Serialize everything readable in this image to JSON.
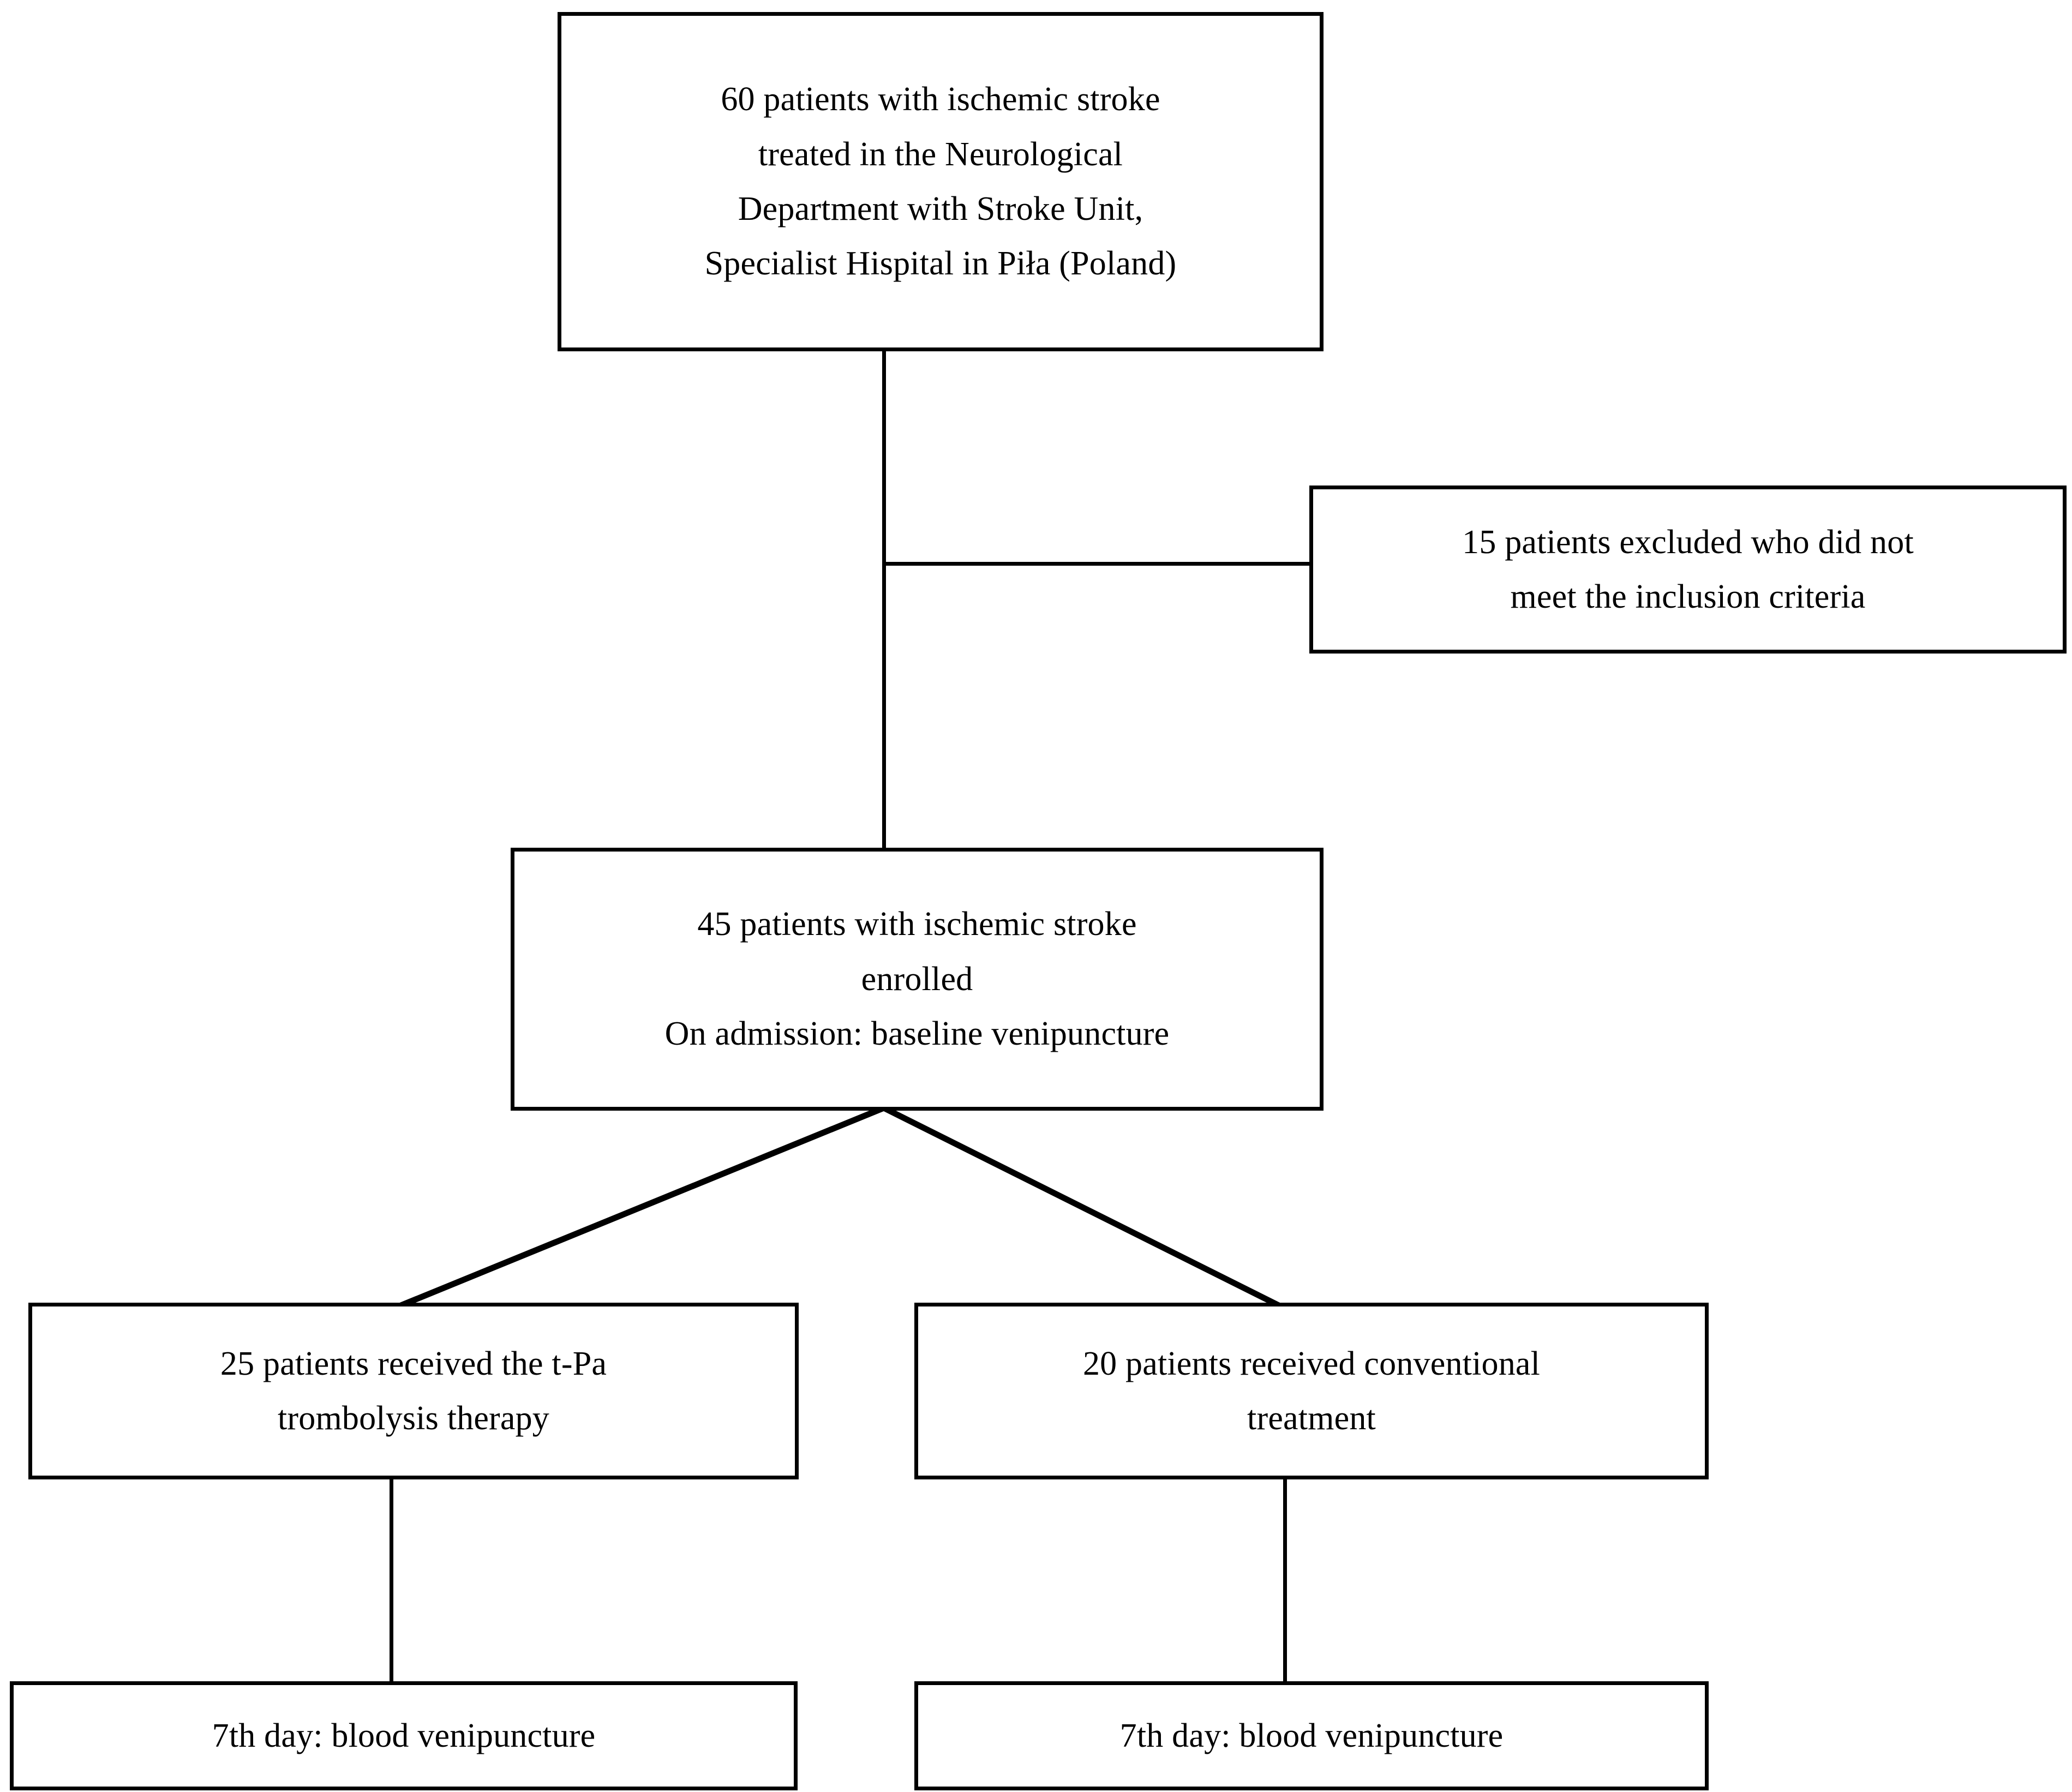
{
  "diagram": {
    "type": "study-flow-chart",
    "orientation": "top-down",
    "line_color": "#000000",
    "box_fill": "#ffffff",
    "nodes": {
      "source": {
        "id": "source-population",
        "lines": [
          "60 patients with ischemic stroke",
          "treated in the Neurological",
          "Department with Stroke Unit,",
          "Specialist Hispital in Piła (Poland)"
        ],
        "count": 60
      },
      "excluded": {
        "id": "excluded-patients",
        "lines": [
          "15 patients excluded who did not",
          "meet the inclusion criteria"
        ],
        "count": 15
      },
      "enrolled": {
        "id": "enrolled-patients",
        "lines": [
          "45 patients with ischemic stroke",
          "enrolled",
          "On admission: baseline venipuncture"
        ],
        "count": 45
      },
      "tpa_arm": {
        "id": "tpa-thrombolysis-arm",
        "lines": [
          "25 patients received the t-Pa",
          "trombolysis therapy"
        ],
        "count": 25
      },
      "conventional_arm": {
        "id": "conventional-treatment-arm",
        "lines": [
          "20 patients received conventional",
          "treatment"
        ],
        "count": 20
      },
      "tpa_day7": {
        "id": "tpa-day7-venipuncture",
        "lines": [
          "7th day: blood venipuncture"
        ]
      },
      "conventional_day7": {
        "id": "conventional-day7-venipuncture",
        "lines": [
          "7th day: blood venipuncture"
        ]
      }
    },
    "edges": [
      {
        "from": "source",
        "to": "enrolled",
        "style": "straight-vertical"
      },
      {
        "from": "source",
        "to": "excluded",
        "style": "orthogonal-right"
      },
      {
        "from": "enrolled",
        "to": "tpa_arm",
        "style": "diagonal-left"
      },
      {
        "from": "enrolled",
        "to": "conventional_arm",
        "style": "diagonal-right"
      },
      {
        "from": "tpa_arm",
        "to": "tpa_day7",
        "style": "straight-vertical"
      },
      {
        "from": "conventional_arm",
        "to": "conventional_day7",
        "style": "straight-vertical"
      }
    ]
  }
}
